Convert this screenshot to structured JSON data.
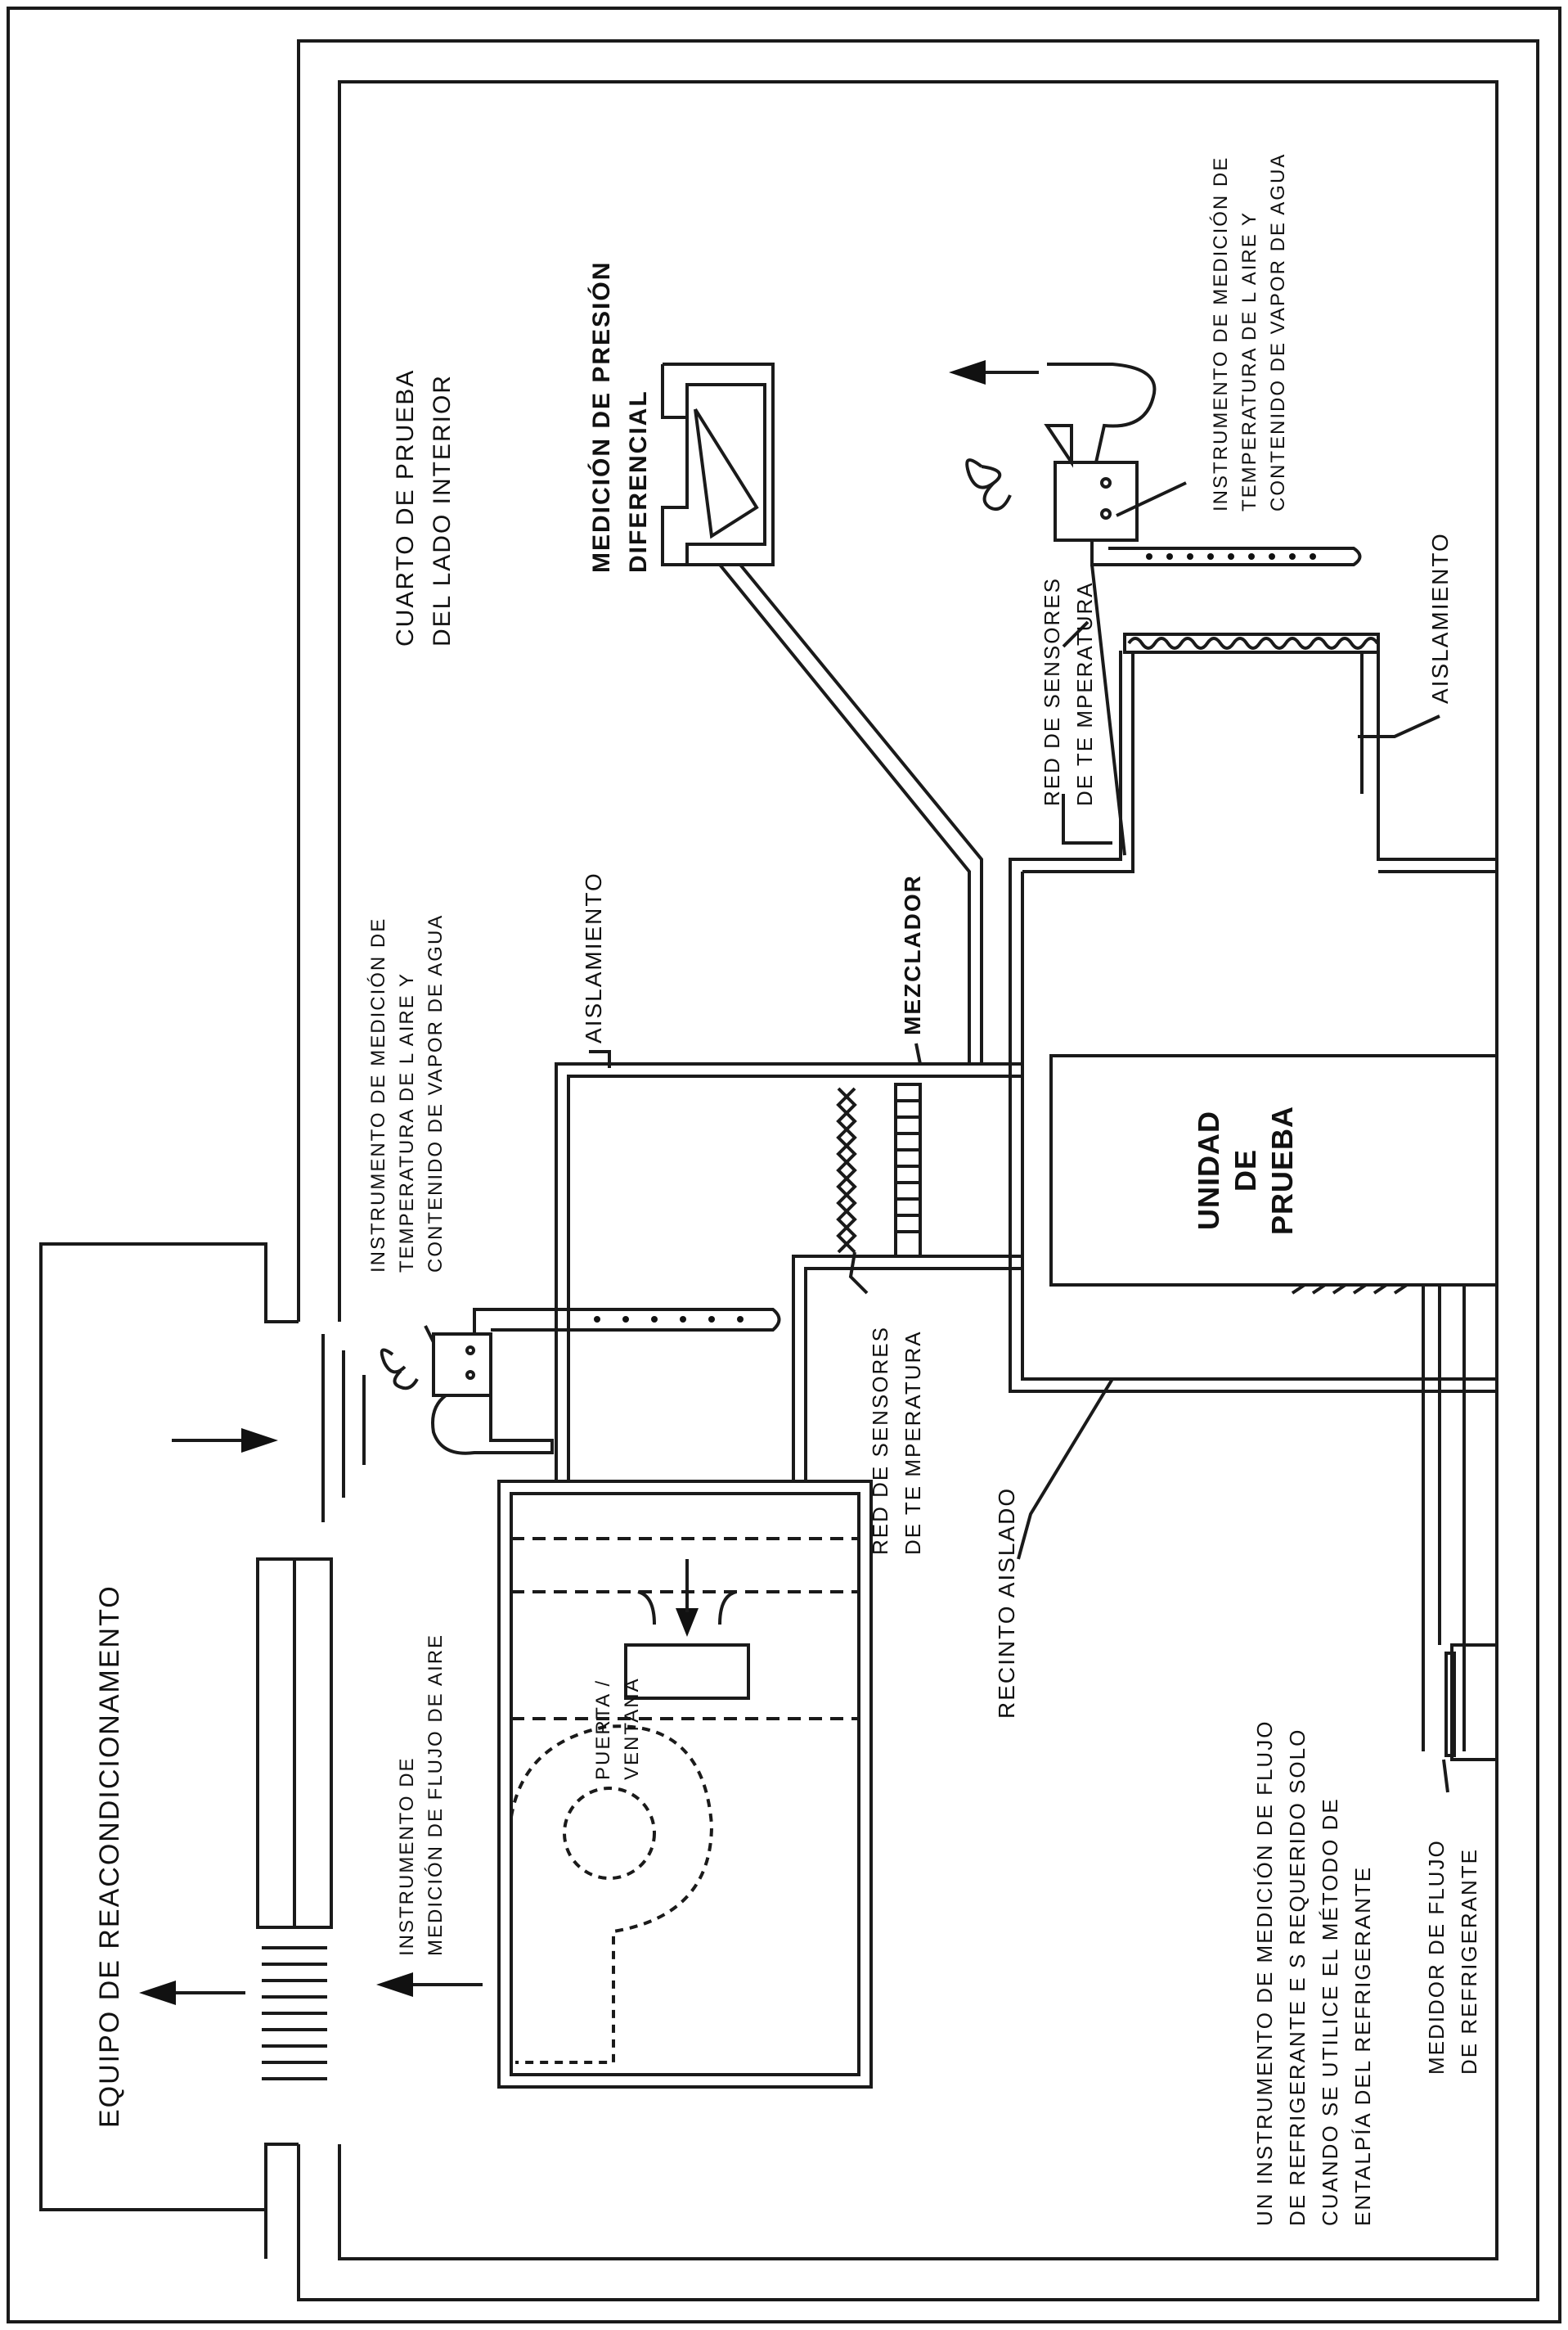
{
  "labels": {
    "reconditioning": "EQUIPO DE REACONDICIONAMENTO",
    "indoor_room_1": "CUARTO DE PRUEBA",
    "indoor_room_2": "DEL LADO INTERIOR",
    "pressure_1": "MEDICIÓN DE PRESIÓN",
    "pressure_2": "DIFERENCIAL",
    "instr_top_1": "INSTRUMENTO DE MEDICIÓN DE",
    "instr_top_2": "TEMPERATURA DE L AIRE Y",
    "instr_top_3": "CONTENIDO DE VAPOR DE AGUA",
    "instr_left_1": "INSTRUMENTO DE MEDICIÓN DE",
    "instr_left_2": "TEMPERATURA DE L AIRE Y",
    "instr_left_3": "CONTENIDO DE VAPOR DE AGUA",
    "sensors_top_1": "RED DE SENSORES",
    "sensors_top_2": "DE TE MPERATURA",
    "sensors_mid_1": "RED DE SENSORES",
    "sensors_mid_2": "DE TE MPERATURA",
    "insulation_right": "AISLAMIENTO",
    "insulation_mid": "AISLAMIENTO",
    "mixer": "MEZCLADOR",
    "unit_1": "UNIDAD",
    "unit_2": "DE",
    "unit_3": "PRUEBA",
    "enclosure": "RECINTO AISLADO",
    "door_1": "PUERTA /",
    "door_2": "VENTANA",
    "airflow_1": "INSTRUMENTO DE",
    "airflow_2": "MEDICIÓN DE FLUJO DE AIRE",
    "note_1": "UN INSTRUMENTO DE MEDICIÓN DE FLUJO",
    "note_2": "DE REFRIGERANTE E S REQUERIDO SOLO",
    "note_3": "CUANDO SE UTILICE EL MÉTODO DE",
    "note_4": "ENTALPÍA DEL REFRIGERANTE",
    "meter_1": "MEDIDOR DE FLUJO",
    "meter_2": "DE REFRIGERANTE"
  }
}
